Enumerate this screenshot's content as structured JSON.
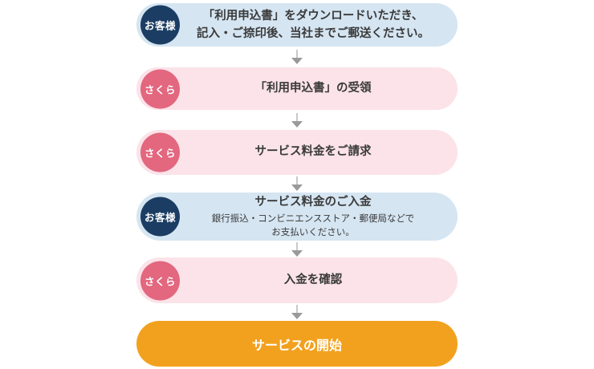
{
  "flow": {
    "steps": [
      {
        "id": "download-form",
        "actor_label": "お客様",
        "actor_type": "customer",
        "line1": "「利用申込書」をダウンロードいただき、",
        "line2": "記入・ご捺印後、当社までご郵送ください。"
      },
      {
        "id": "receive-form",
        "actor_label": "さくら",
        "actor_type": "company",
        "title": "「利用申込書」の受領"
      },
      {
        "id": "billing",
        "actor_label": "さくら",
        "actor_type": "company",
        "title": "サービス料金をご請求"
      },
      {
        "id": "payment",
        "actor_label": "お客様",
        "actor_type": "customer",
        "title": "サービス料金のご入金",
        "note_line1": "銀行振込・コンビニエンスストア・郵便局などで",
        "note_line2": "お支払いください。"
      },
      {
        "id": "confirm-payment",
        "actor_label": "さくら",
        "actor_type": "company",
        "title": "入金を確認"
      },
      {
        "id": "service-start",
        "actor_type": "final",
        "title": "サービスの開始"
      }
    ],
    "colors": {
      "customer_badge": "#1b3d63",
      "customer_pill_bg": "#d5e5f2",
      "company_badge": "#e2677f",
      "company_pill_bg": "#fbe3e9",
      "final_pill_bg": "#f2a11e",
      "arrow_gray": "#9a9a9a",
      "text_dark": "#3a3a3a",
      "badge_text": "#ffffff"
    }
  }
}
